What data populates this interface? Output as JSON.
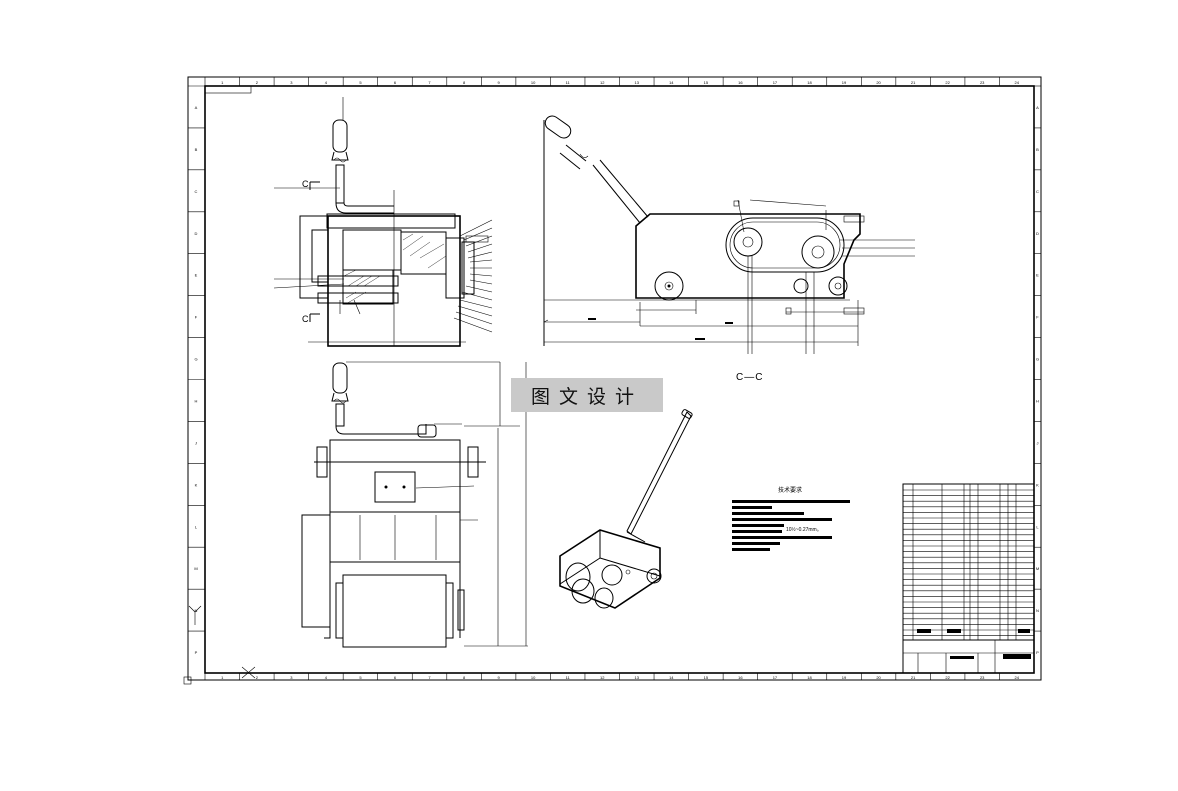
{
  "drawing": {
    "section_label": "C—C",
    "section_marker": "C",
    "watermark": "图文设计",
    "tech_requirements_title": "技术要求",
    "tech_requirement_value": "10½~0.27mm。"
  },
  "frame": {
    "column_numbers": [
      "1",
      "2",
      "3",
      "4",
      "5",
      "6",
      "7",
      "8",
      "9",
      "10",
      "11",
      "12",
      "13",
      "14",
      "15",
      "16",
      "17",
      "18",
      "19",
      "20",
      "21",
      "22",
      "23",
      "24"
    ],
    "row_letters": [
      "A",
      "B",
      "C",
      "D",
      "E",
      "F",
      "G",
      "H",
      "J",
      "K",
      "L",
      "M",
      "N",
      "P"
    ]
  }
}
